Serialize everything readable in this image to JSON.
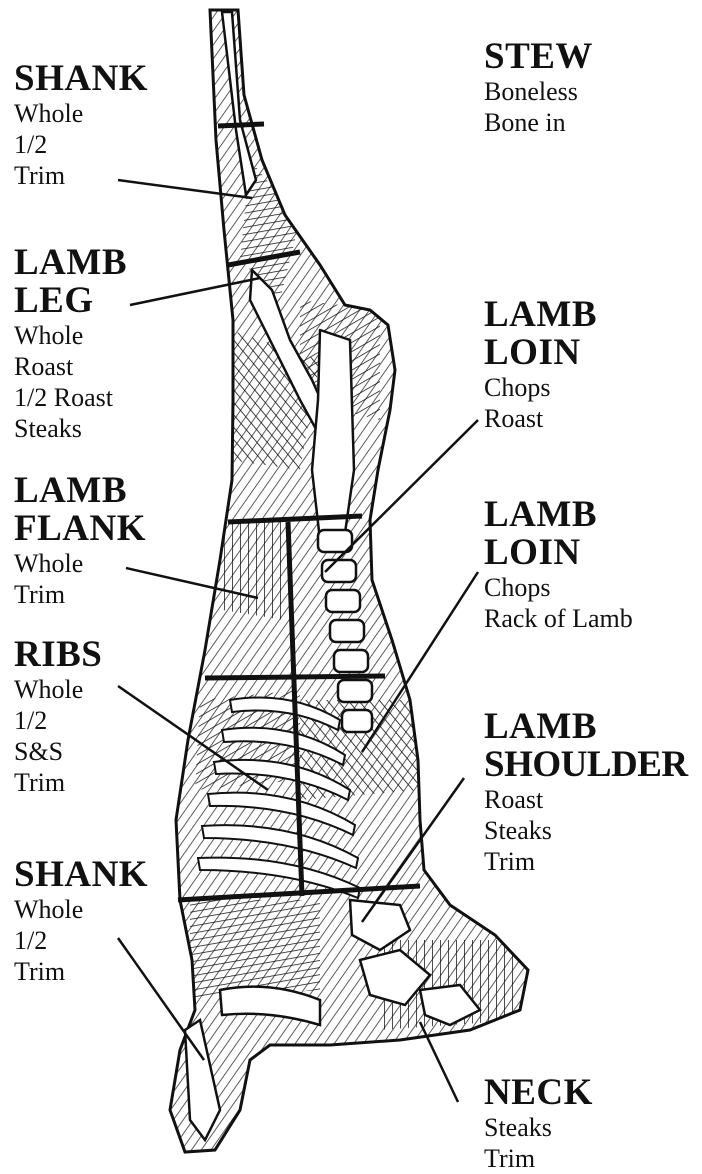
{
  "labels": {
    "shank_top": {
      "title": "SHANK",
      "items": [
        "Whole",
        "1/2",
        "Trim"
      ]
    },
    "stew": {
      "title": "STEW",
      "items": [
        "Boneless",
        "Bone in"
      ]
    },
    "lamb_leg": {
      "title": [
        "LAMB",
        "LEG"
      ],
      "items": [
        "Whole",
        "Roast",
        "1/2 Roast",
        "Steaks"
      ]
    },
    "lamb_loin_1": {
      "title": [
        "LAMB",
        "LOIN"
      ],
      "items": [
        "Chops",
        "Roast"
      ]
    },
    "lamb_flank": {
      "title": [
        "LAMB",
        "FLANK"
      ],
      "items": [
        "Whole",
        "Trim"
      ]
    },
    "lamb_loin_2": {
      "title": [
        "LAMB",
        "LOIN"
      ],
      "items": [
        "Chops",
        "Rack of Lamb"
      ]
    },
    "ribs": {
      "title": "RIBS",
      "items": [
        "Whole",
        "1/2",
        "S&S",
        "Trim"
      ]
    },
    "lamb_shoulder": {
      "title": [
        "LAMB",
        "SHOULDER"
      ],
      "items": [
        "Roast",
        "Steaks",
        "Trim"
      ]
    },
    "shank_bottom": {
      "title": "SHANK",
      "items": [
        "Whole",
        "1/2",
        "Trim"
      ]
    },
    "neck": {
      "title": "NECK",
      "items": [
        "Steaks",
        "Trim"
      ]
    }
  },
  "colors": {
    "ink": "#111111",
    "background": "#ffffff"
  }
}
